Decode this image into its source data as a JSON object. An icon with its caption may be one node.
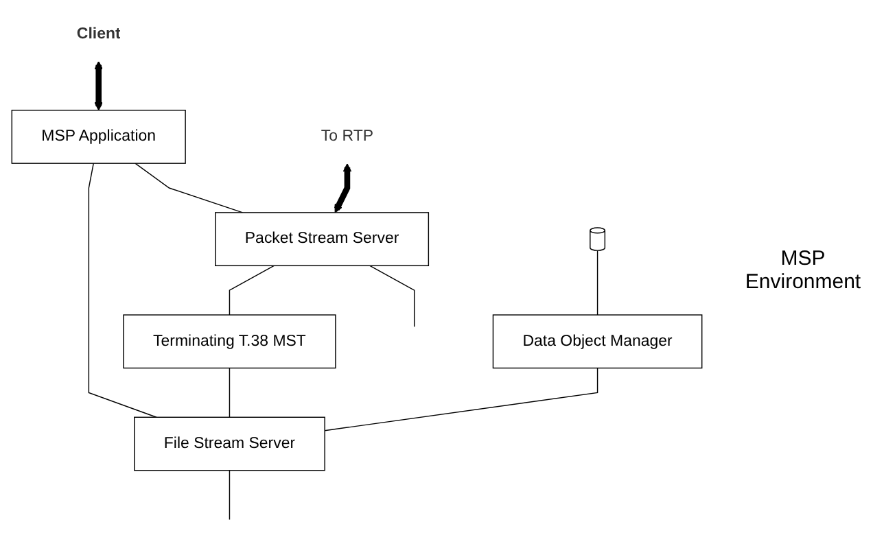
{
  "diagram": {
    "nodes": [
      {
        "text": [
          "Client"
        ]
      },
      {
        "text": [
          "MSP Application"
        ]
      },
      {
        "text": [
          "Packet Stream Server"
        ]
      },
      {
        "text": [
          "Terminating T.38 MST"
        ]
      },
      {
        "text": [
          "File Stream Server"
        ]
      },
      {
        "text": [],
        "shape": "cylinder"
      },
      {
        "text": [
          "Data Object Manager"
        ]
      },
      {
        "text": [
          "To RTP"
        ]
      }
    ],
    "edges": [
      {
        "from": 0,
        "to": 1,
        "arrow": "both",
        "style": "thick"
      },
      {
        "from": 1,
        "to": 2,
        "arrow": "none"
      },
      {
        "from": 1,
        "to": 4,
        "arrow": "none"
      },
      {
        "from": 2,
        "to": 3,
        "arrow": "none"
      },
      {
        "from": 3,
        "to": 4,
        "arrow": "none"
      },
      {
        "from": 5,
        "to": 6,
        "arrow": "none"
      },
      {
        "from": 6,
        "to": 4,
        "arrow": "none"
      },
      {
        "from": 7,
        "to": 2,
        "arrow": "both",
        "style": "thick"
      },
      {
        "from": 2,
        "to": null,
        "arrow": "none"
      },
      {
        "from": 4,
        "to": null,
        "arrow": "none"
      }
    ],
    "labels": [
      "MSP Environment"
    ]
  }
}
